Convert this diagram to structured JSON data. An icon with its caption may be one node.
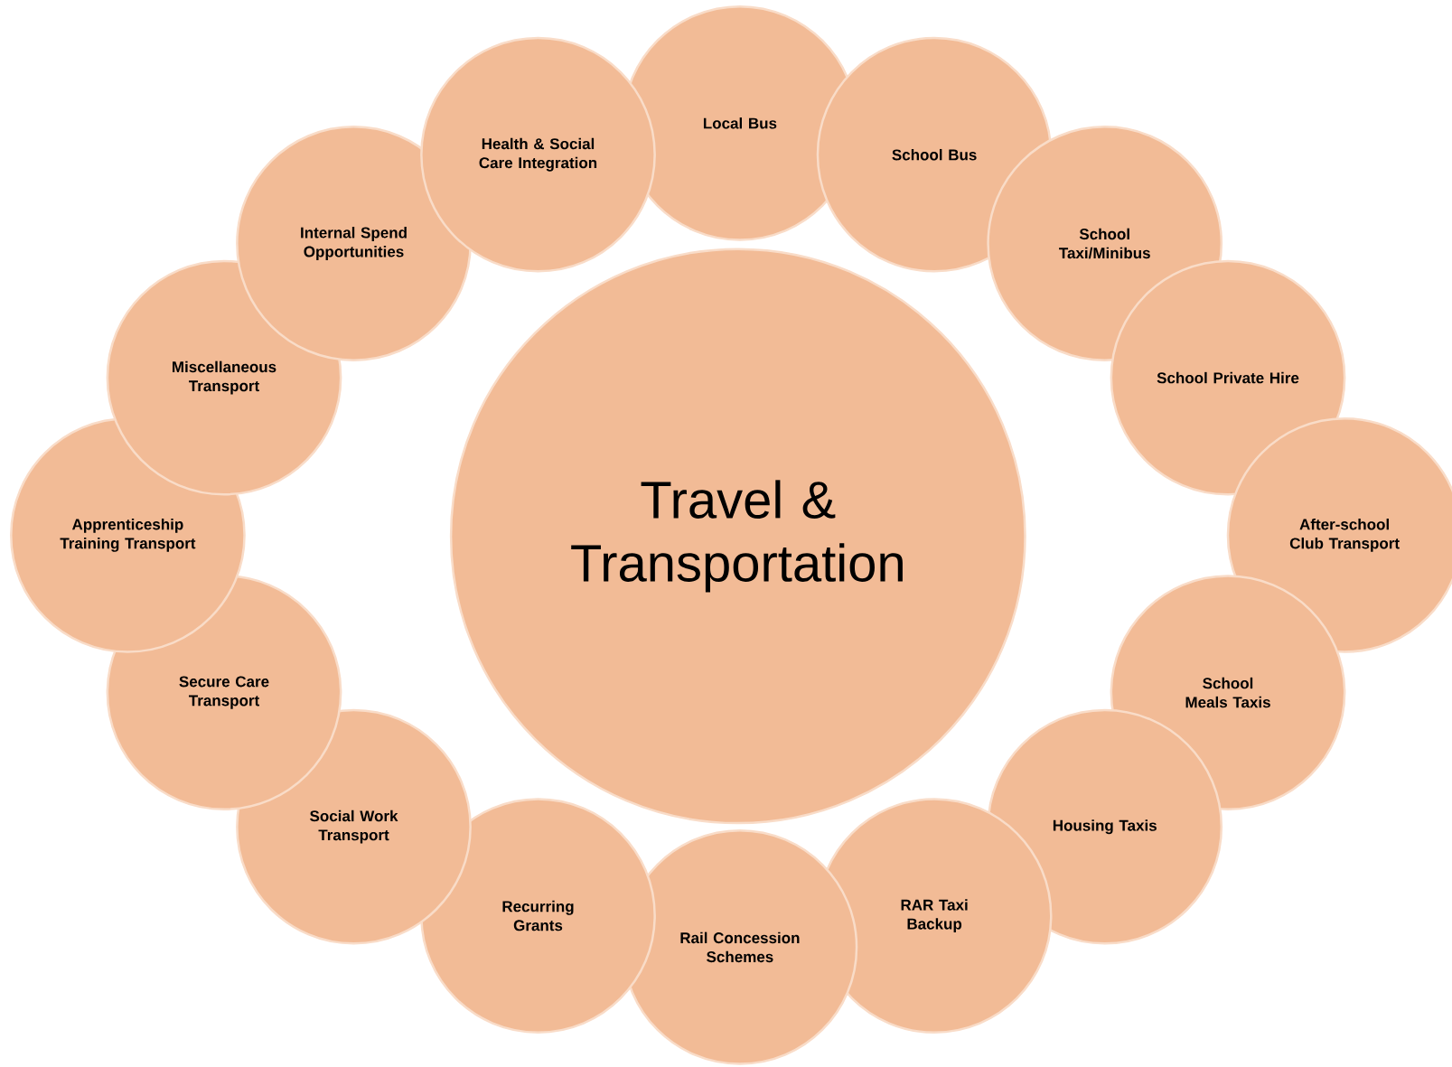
{
  "diagram": {
    "nodes": [
      {
        "text": [
          "Travel & Transportation"
        ]
      },
      {
        "text": [
          "Local Bus"
        ]
      },
      {
        "text": [
          "School Bus"
        ]
      },
      {
        "text": [
          "School Taxi/Minibus"
        ]
      },
      {
        "text": [
          "School Private Hire"
        ]
      },
      {
        "text": [
          "After-school Club Transport"
        ]
      },
      {
        "text": [
          "School Meals Taxis"
        ]
      },
      {
        "text": [
          "Housing Taxis"
        ]
      },
      {
        "text": [
          "RAR Taxi Backup"
        ]
      },
      {
        "text": [
          "Rail Concession Schemes"
        ]
      },
      {
        "text": [
          "Recurring Grants"
        ]
      },
      {
        "text": [
          "Social Work Transport"
        ]
      },
      {
        "text": [
          "Secure Care Transport"
        ]
      },
      {
        "text": [
          "Apprenticeship Training Transport"
        ]
      },
      {
        "text": [
          "Miscellaneous Transport"
        ]
      },
      {
        "text": [
          "Internal Spend Opportunities"
        ]
      },
      {
        "text": [
          "Health & Social Care Integration"
        ]
      }
    ]
  }
}
